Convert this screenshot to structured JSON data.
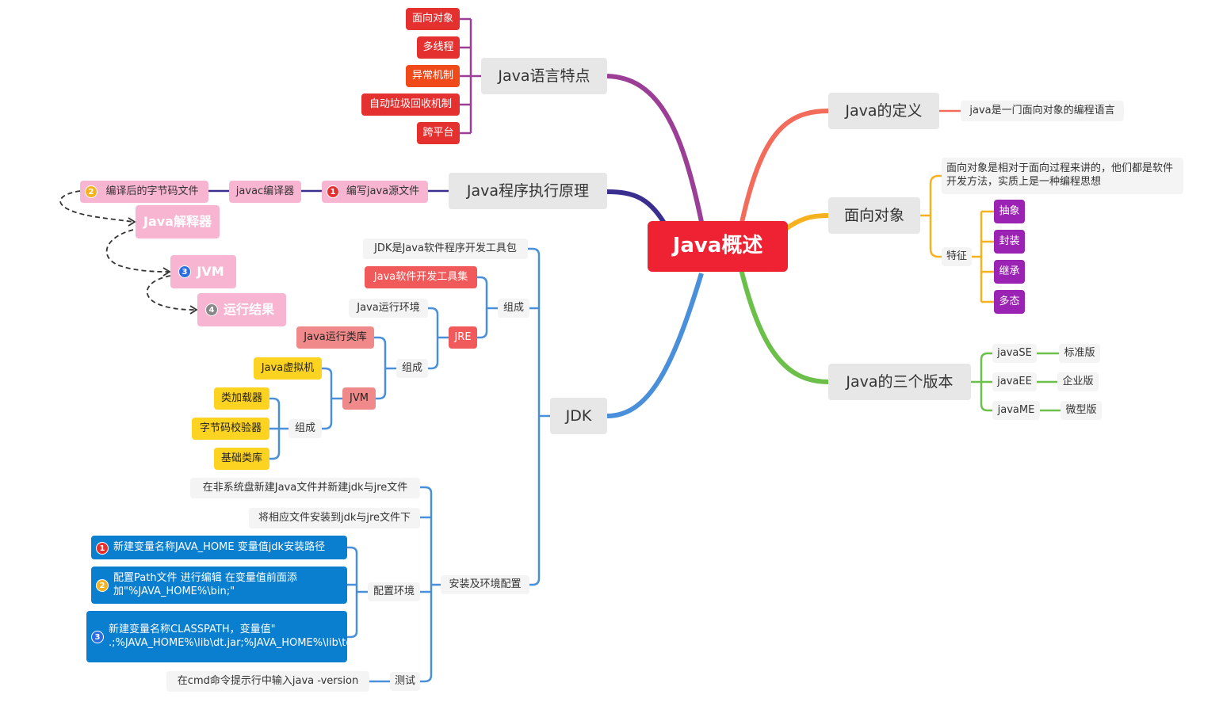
{
  "central": "Java概述",
  "branches": {
    "definition": {
      "title": "Java的定义",
      "text": "java是一门面向对象的编程语言"
    },
    "oop": {
      "title": "面向对象",
      "description": "面向对象是相对于面向过程来讲的，他们都是软件开发方法，实质上是一种编程思想",
      "features_label": "特征",
      "features": [
        "抽象",
        "封装",
        "继承",
        "多态"
      ]
    },
    "editions": {
      "title": "Java的三个版本",
      "items": [
        {
          "name": "javaSE",
          "desc": "标准版"
        },
        {
          "name": "javaEE",
          "desc": "企业版"
        },
        {
          "name": "javaME",
          "desc": "微型版"
        }
      ]
    },
    "features": {
      "title": "Java语言特点",
      "items": [
        "面向对象",
        "多线程",
        "异常机制",
        "自动垃圾回收机制",
        "跨平台"
      ]
    },
    "execution": {
      "title": "Java程序执行原理",
      "steps": [
        {
          "badge": "1",
          "label": "编写java源文件"
        },
        {
          "badge": "",
          "label": "javac编译器"
        },
        {
          "badge": "2",
          "label": "编译后的字节码文件"
        },
        {
          "badge": "",
          "label": "Java解释器"
        },
        {
          "badge": "3",
          "label": "JVM"
        },
        {
          "badge": "4",
          "label": "运行结果"
        }
      ]
    },
    "jdk": {
      "title": "JDK",
      "definition": "JDK是Java软件程序开发工具包",
      "compose_label": "组成",
      "toolset": "Java软件开发工具集",
      "jre": "JRE",
      "jre_compose_label": "组成",
      "runtime_env": "Java运行环境",
      "runtime_lib": "Java运行类库",
      "jvm": "JVM",
      "jvm_compose_label": "组成",
      "vm": "Java虚拟机",
      "jvm_parts": [
        "类加载器",
        "字节码校验器",
        "基础类库"
      ],
      "install": {
        "title": "安装及环境配置",
        "step1": "在非系统盘新建Java文件并新建jdk与jre文件",
        "step2": "将相应文件安装到jdk与jre文件下",
        "config_label": "配置环境",
        "config_steps": [
          {
            "badge": "1",
            "text": "新建变量名称JAVA_HOME 变量值jdk安装路径"
          },
          {
            "badge": "2",
            "text": "配置Path文件 进行编辑  在变量值前面添加\"%JAVA_HOME%\\bin;\""
          },
          {
            "badge": "3",
            "text": "新建变量名称CLASSPATH，变量值\" .;%JAVA_HOME%\\lib\\dt.jar;%JAVA_HOME%\\lib\\tools.jar;\""
          }
        ],
        "test_label": "测试",
        "test_text": "在cmd命令提示行中输入java -version"
      }
    }
  },
  "colors": {
    "central": "#ee2233",
    "definition": "#f26b5b",
    "oop": "#f5b21e",
    "editions": "#6cc04a",
    "features": "#9a3f95",
    "execution": "#3a2f8f",
    "jdk": "#4a8fd9",
    "dashed": "#333333"
  }
}
